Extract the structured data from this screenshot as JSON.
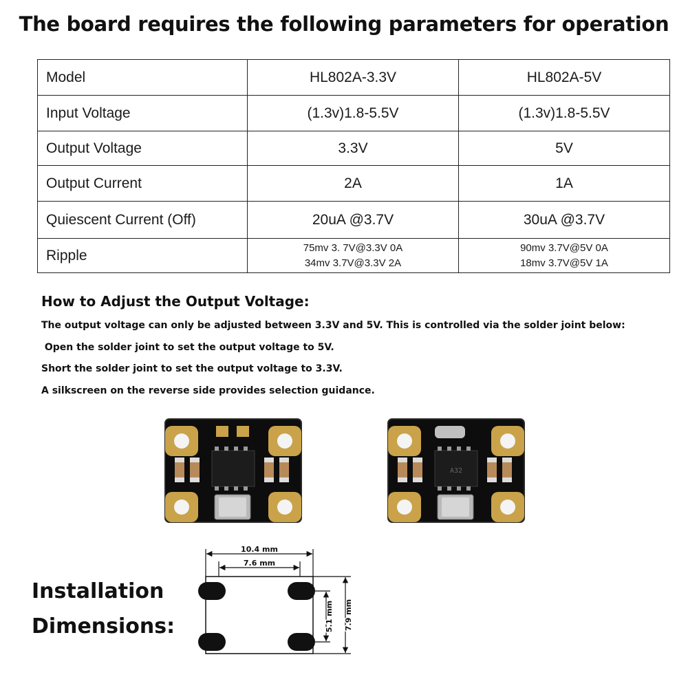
{
  "title": "The board requires the following parameters for operation",
  "spec_table": {
    "rows": [
      {
        "label": "Model",
        "v1": "HL802A-3.3V",
        "v2": "HL802A-5V"
      },
      {
        "label": "Input Voltage",
        "v1": "(1.3v)1.8-5.5V",
        "v2": "(1.3v)1.8-5.5V"
      },
      {
        "label": "Output Voltage",
        "v1": "3.3V",
        "v2": "5V"
      },
      {
        "label": "Output Current",
        "v1": "2A",
        "v2": "1A"
      },
      {
        "label": "Quiescent Current (Off)",
        "v1": "20uA @3.7V",
        "v2": "30uA @3.7V"
      }
    ],
    "ripple": {
      "label": "Ripple",
      "v1_line1": "75mv 3. 7V@3.3V 0A",
      "v1_line2": "34mv 3.7V@3.3V 2A",
      "v2_line1": "90mv 3.7V@5V 0A",
      "v2_line2": "18mv 3.7V@5V 1A"
    }
  },
  "adjust": {
    "title": "How to Adjust the Output Voltage:",
    "lines": [
      "The output voltage can only be adjusted between 3.3V and 5V. This is controlled via the solder joint below:",
      " Open the solder joint to set the output voltage to 5V.",
      "Short the solder joint to set the output voltage to 3.3V.",
      "A silkscreen on the reverse side provides selection guidance."
    ]
  },
  "installation": {
    "line1": "Installation",
    "line2": "Dimensions:"
  },
  "dimensions": {
    "width_outer": "10.4 mm",
    "width_inner": "7.6 mm",
    "height_inner": "5.1 mm",
    "height_outer": "7.9 mm"
  },
  "board_photos": {
    "chip_marking": "A32"
  }
}
